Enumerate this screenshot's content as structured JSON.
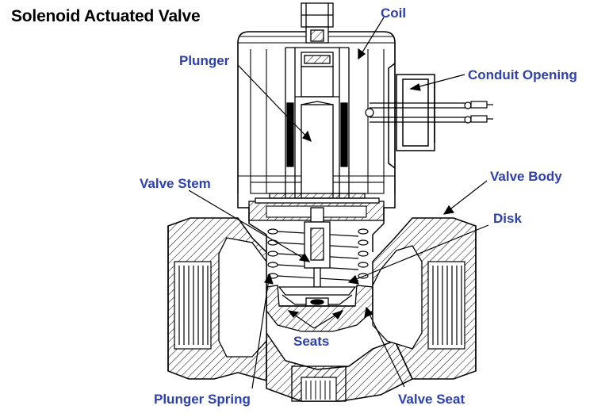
{
  "title": "Solenoid Actuated Valve",
  "labels": {
    "coil": "Coil",
    "plunger": "Plunger",
    "conduit_opening": "Conduit Opening",
    "valve_stem": "Valve Stem",
    "valve_body": "Valve Body",
    "disk": "Disk",
    "seats": "Seats",
    "plunger_spring": "Plunger Spring",
    "valve_seat": "Valve Seat"
  },
  "colors": {
    "label_text": "#2b3fb8",
    "line": "#000000",
    "background": "#ffffff"
  }
}
